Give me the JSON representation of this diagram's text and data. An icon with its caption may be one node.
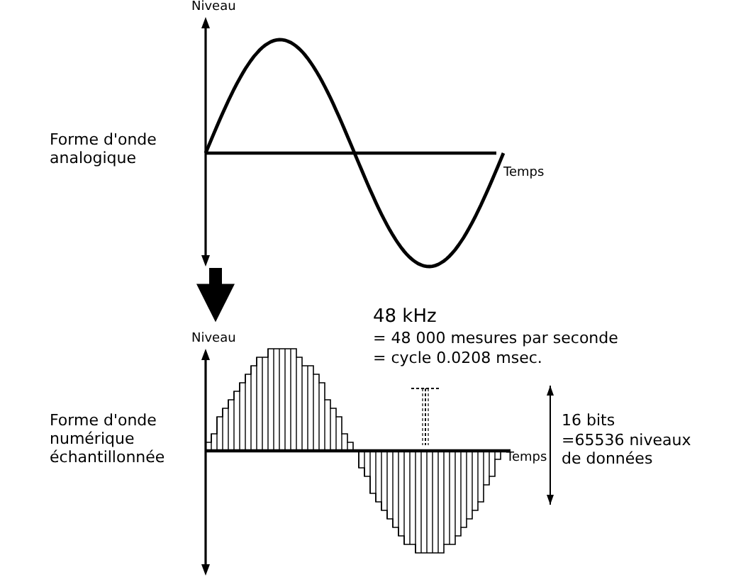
{
  "diagram": {
    "nodes": [
      {
        "text": [],
        "shape": "picture",
        "beside": [
          "Forme d'onde analogique"
        ]
      },
      {
        "text": [],
        "shape": "picture",
        "beside": [
          "Forme d'onde numérique échantillonnée"
        ]
      }
    ],
    "edges": [
      {
        "from": 0,
        "to": 1,
        "arrow": "to"
      }
    ],
    "labels": [
      "Niveau",
      "Temps",
      "Niveau",
      "48 kHz",
      "= 48 000 mesures par seconde",
      "= cycle 0.0208 msec.",
      "Temps",
      "16 bits",
      "=65536 niveaux de données"
    ]
  }
}
